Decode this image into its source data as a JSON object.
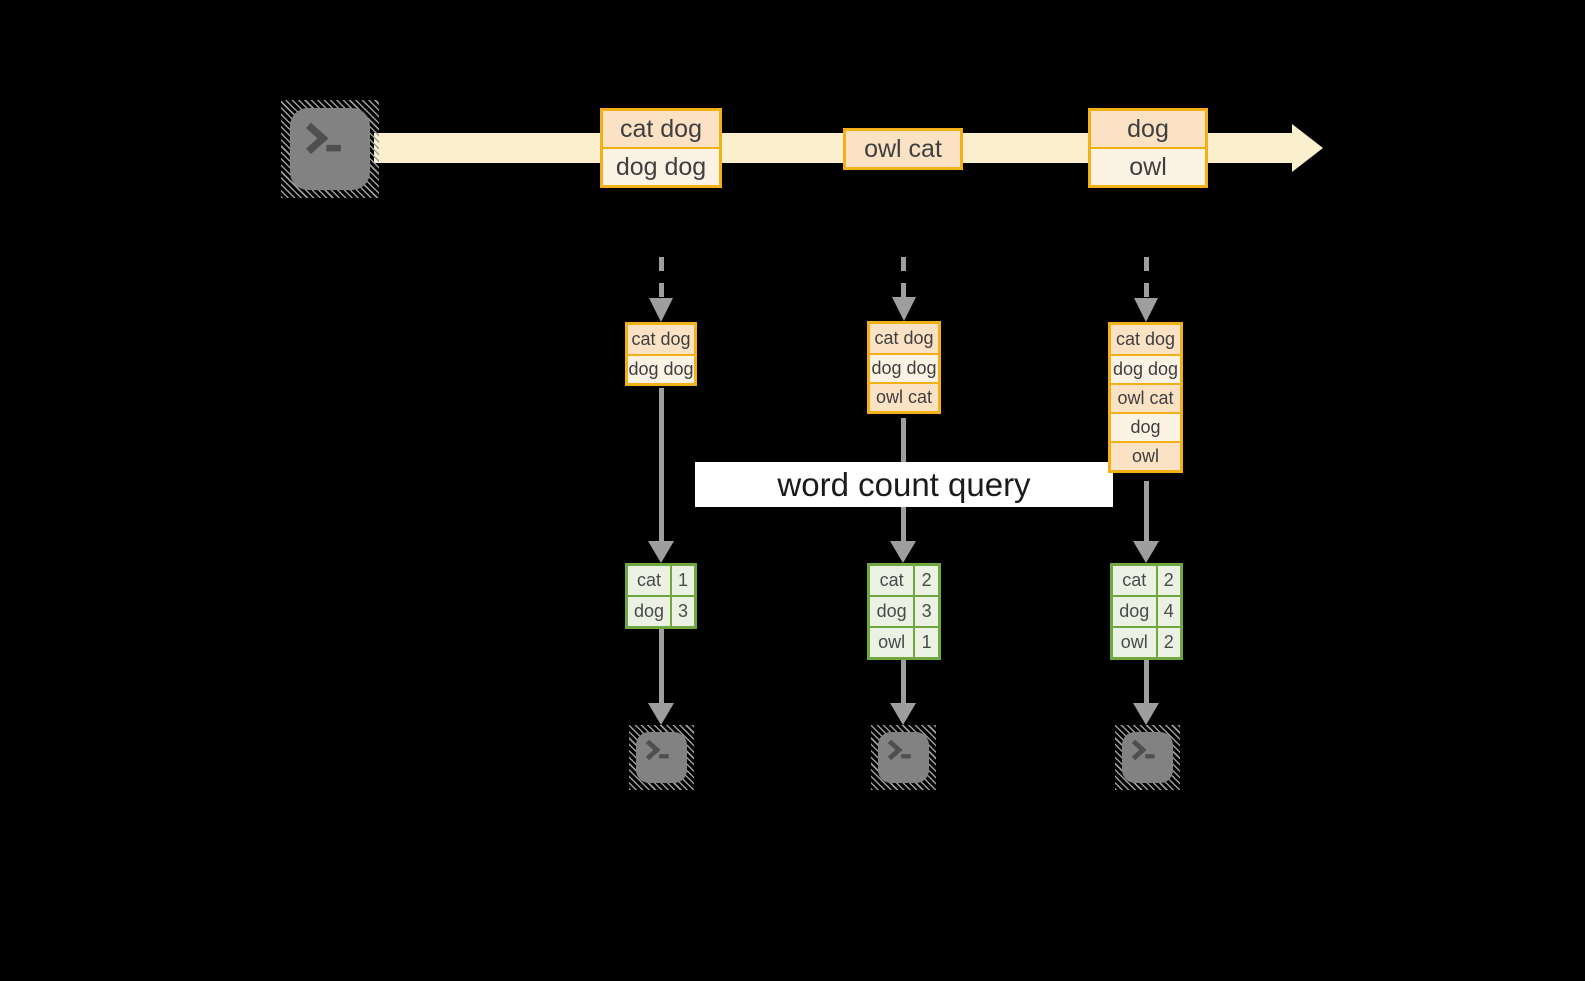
{
  "diagram": {
    "query_label": "word count query",
    "stream": {
      "batches": [
        {
          "cells": [
            "cat dog",
            "dog dog"
          ]
        },
        {
          "cells": [
            "owl cat"
          ]
        },
        {
          "cells": [
            "dog",
            "owl"
          ]
        }
      ]
    },
    "columns": [
      {
        "state": [
          "cat dog",
          "dog dog"
        ],
        "counts": [
          {
            "word": "cat",
            "count": "1"
          },
          {
            "word": "dog",
            "count": "3"
          }
        ]
      },
      {
        "state": [
          "cat dog",
          "dog dog",
          "owl cat"
        ],
        "counts": [
          {
            "word": "cat",
            "count": "2"
          },
          {
            "word": "dog",
            "count": "3"
          },
          {
            "word": "owl",
            "count": "1"
          }
        ]
      },
      {
        "state": [
          "cat dog",
          "dog dog",
          "owl cat",
          "dog",
          "owl"
        ],
        "counts": [
          {
            "word": "cat",
            "count": "2"
          },
          {
            "word": "dog",
            "count": "4"
          },
          {
            "word": "owl",
            "count": "2"
          }
        ]
      }
    ],
    "icons": {
      "source_terminal": "terminal-prompt",
      "sink_terminals": [
        "terminal-prompt",
        "terminal-prompt",
        "terminal-prompt"
      ]
    },
    "colors": {
      "background": "#000000",
      "stream_band": "#FAF0CD",
      "box_border_orange": "#F2B117",
      "box_fill_dark": "#FBE2C4",
      "box_fill_light": "#FDF3E5",
      "table_border_green": "#70A73F",
      "table_fill_green": "#EBF2E4",
      "arrow_gray": "#9E9E9E",
      "label_bg": "#FFFFFF",
      "text_dark": "#3F3F3F"
    }
  }
}
